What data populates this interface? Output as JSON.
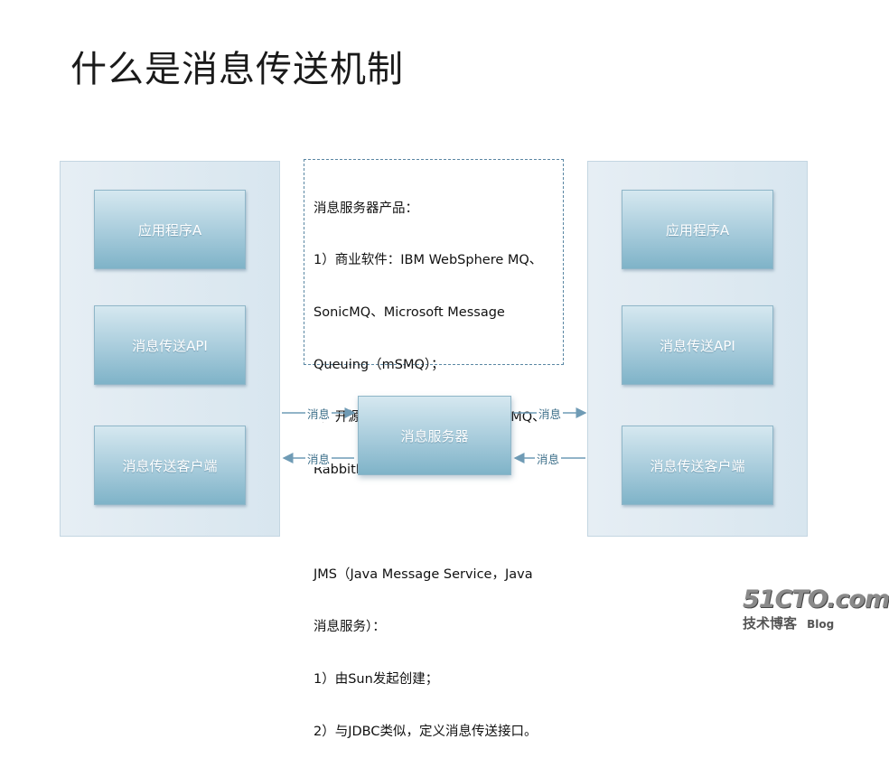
{
  "title": "什么是消息传送机制",
  "left_panel": {
    "app": "应用程序A",
    "api": "消息传送API",
    "client": "消息传送客户端"
  },
  "right_panel": {
    "app": "应用程序A",
    "api": "消息传送API",
    "client": "消息传送客户端"
  },
  "server": "消息服务器",
  "note_lines": [
    "消息服务器产品：",
    "1）商业软件：IBM WebSphere MQ、",
    "SonicMQ、Microsoft Message",
    "Queuing（mSMQ）；",
    "2）开源软件：ActiveMQ、OpenMQ、",
    "RabbitMQ。",
    "",
    "JMS（Java Message Service，Java",
    "消息服务）：",
    "1）由Sun发起创建；",
    "2）与JDBC类似，定义消息传送接口。"
  ],
  "arrows": {
    "left_top": "消息",
    "left_bottom": "消息",
    "right_top": "消息",
    "right_bottom": "消息"
  },
  "colors": {
    "arrow": "#6f9bb5",
    "note_border": "#5a87a3"
  },
  "logo": {
    "brand": "51CTO.com",
    "sub": "技术博客",
    "blog": "Blog"
  }
}
